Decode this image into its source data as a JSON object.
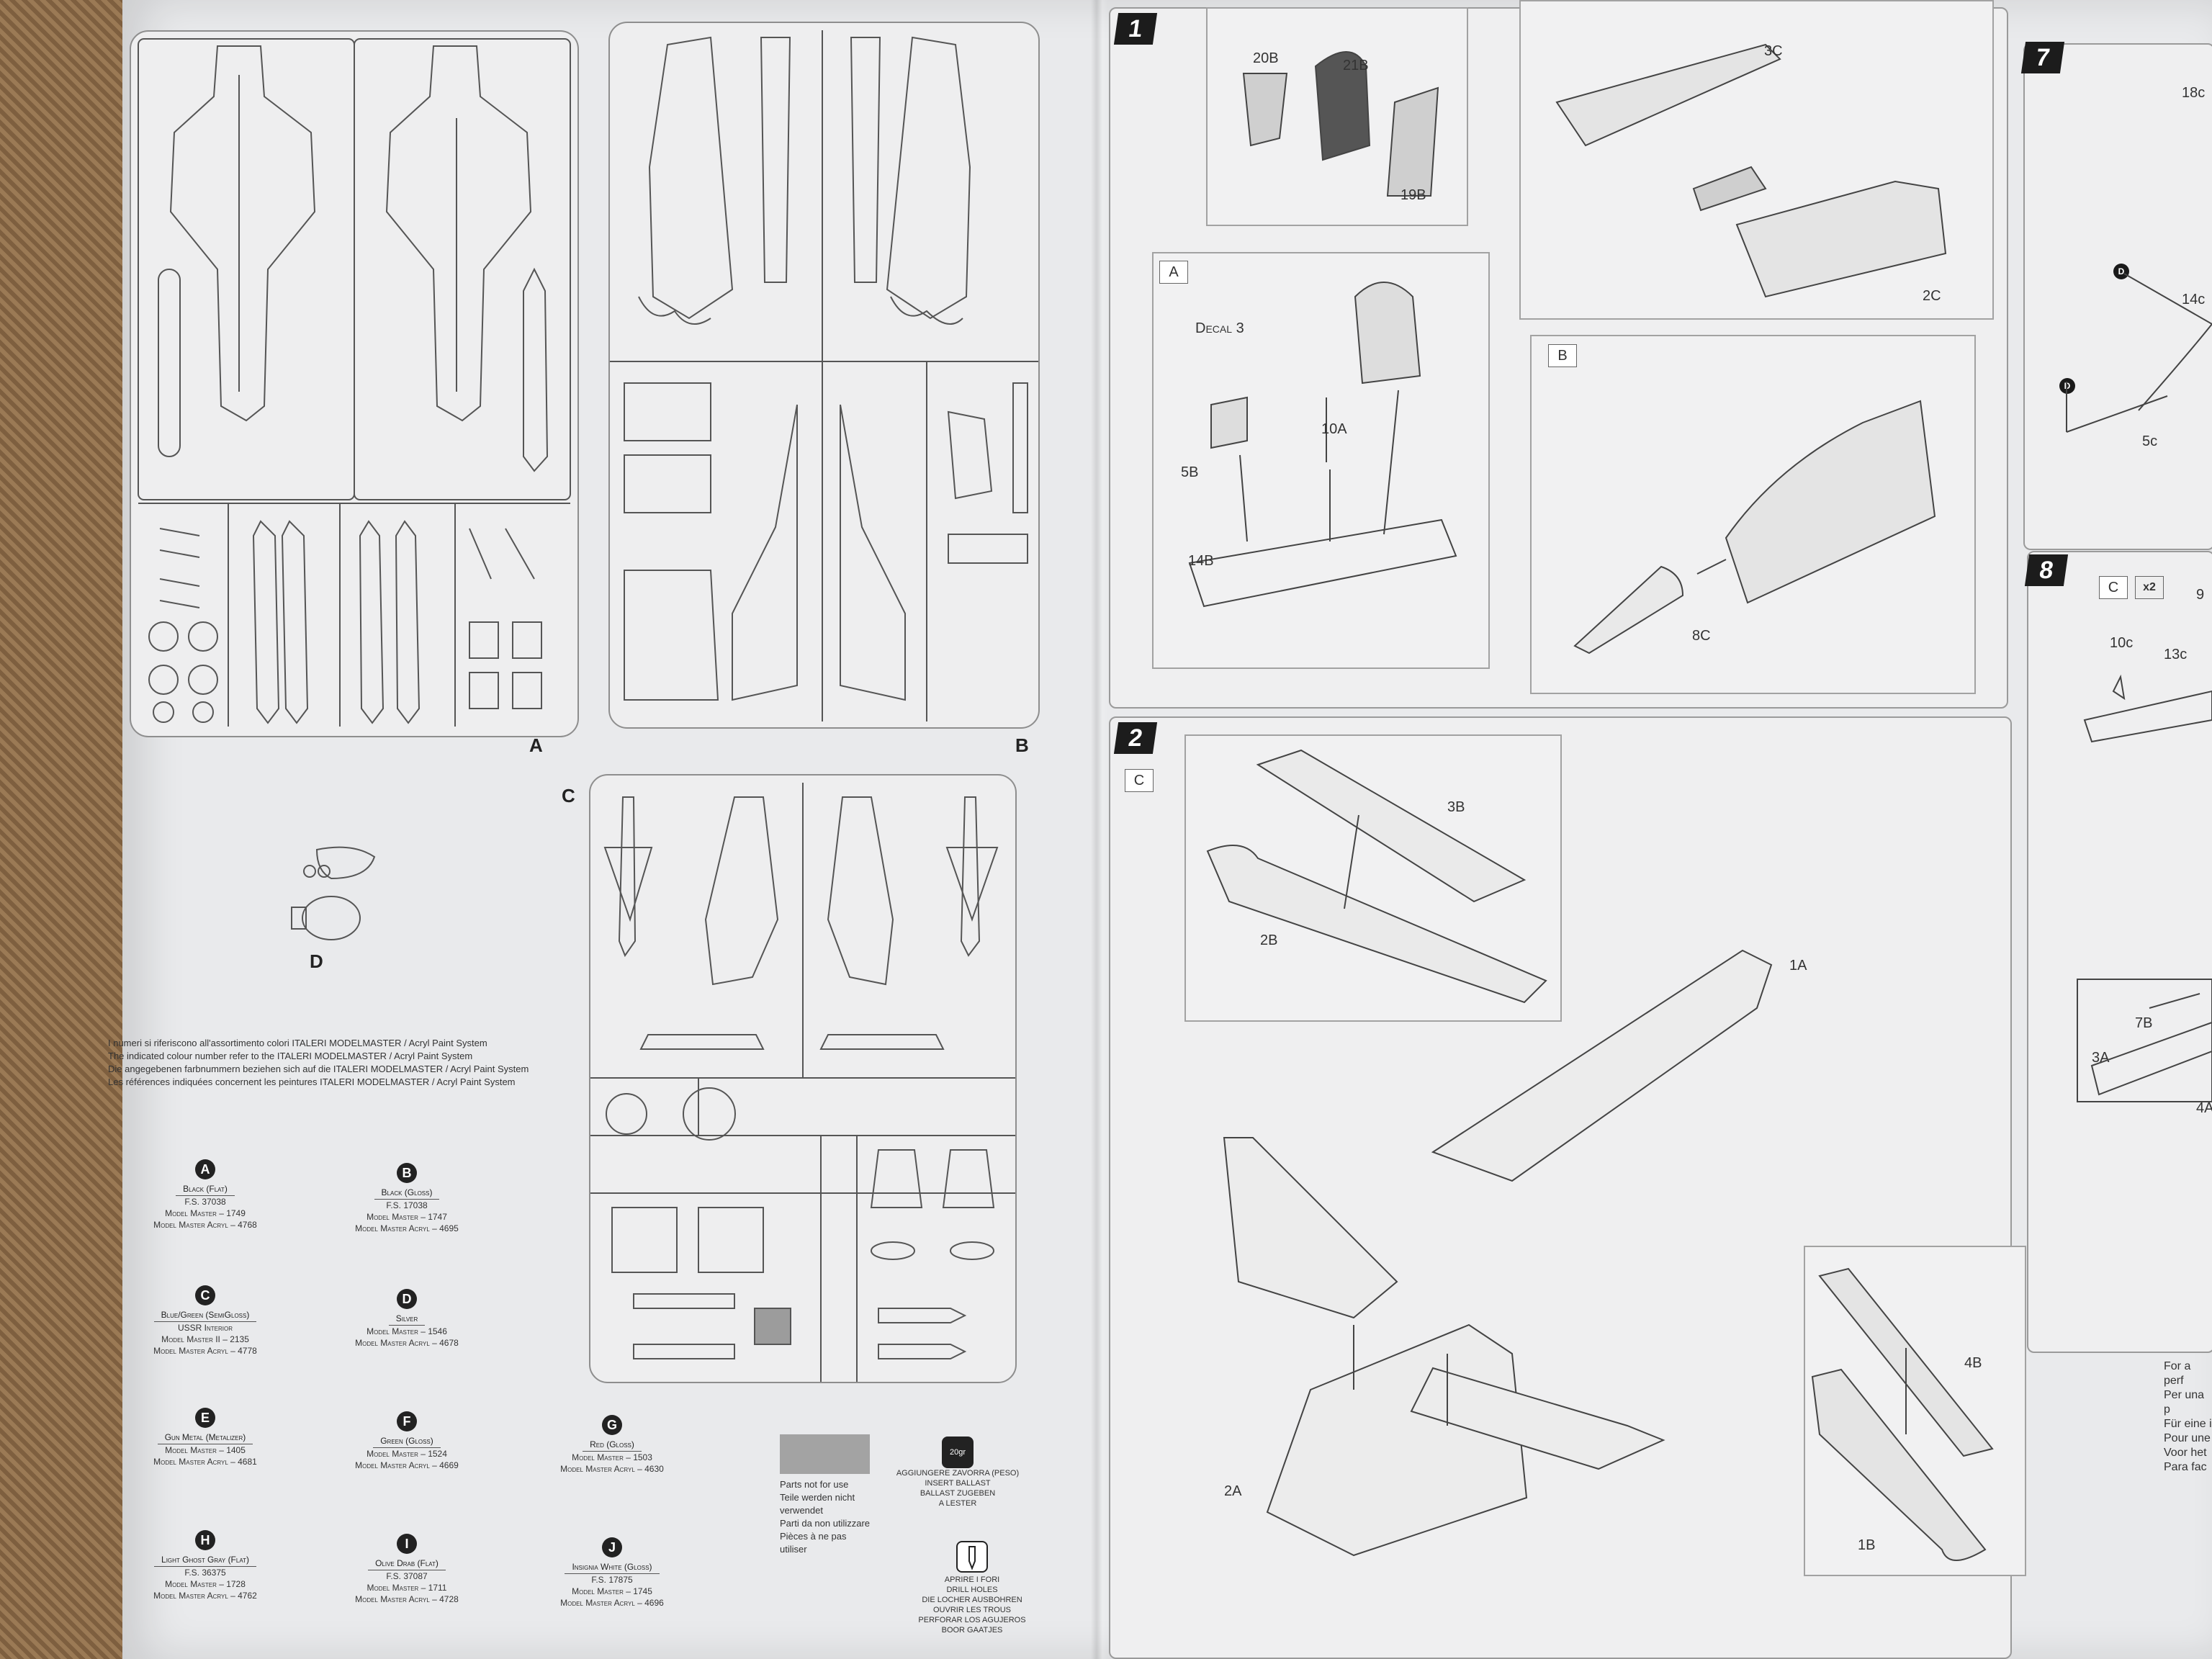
{
  "sprues": {
    "a": {
      "label": "A"
    },
    "b": {
      "label": "B"
    },
    "c": {
      "label": "C"
    },
    "d": {
      "label": "D"
    }
  },
  "paint_intro": [
    "I numeri si riferiscono all'assortimento colori ITALERI MODELMASTER / Acryl Paint System",
    "The indicated colour number refer to the ITALERI MODELMASTER / Acryl Paint System",
    "Die angegebenen farbnummern beziehen sich auf die ITALERI MODELMASTER / Acryl Paint System",
    "Les références indiquées concernent les peintures ITALERI MODELMASTER / Acryl Paint System"
  ],
  "colors": [
    {
      "key": "A",
      "name": "Black (Flat)",
      "lines": [
        "F.S. 37038",
        "Model Master – 1749",
        "Model Master Acryl – 4768"
      ]
    },
    {
      "key": "B",
      "name": "Black (Gloss)",
      "lines": [
        "F.S. 17038",
        "Model Master – 1747",
        "Model Master Acryl – 4695"
      ]
    },
    {
      "key": "C",
      "name": "Blue/Green (SemiGloss)",
      "lines": [
        "USSR Interior",
        "Model Master II – 2135",
        "Model Master Acryl – 4778"
      ]
    },
    {
      "key": "D",
      "name": "Silver",
      "lines": [
        "Model Master – 1546",
        "Model Master Acryl – 4678"
      ]
    },
    {
      "key": "E",
      "name": "Gun Metal (Metalizer)",
      "lines": [
        "Model Master – 1405",
        "Model Master Acryl – 4681"
      ]
    },
    {
      "key": "F",
      "name": "Green (Gloss)",
      "lines": [
        "Model Master – 1524",
        "Model Master Acryl – 4669"
      ]
    },
    {
      "key": "G",
      "name": "Red (Gloss)",
      "lines": [
        "Model Master – 1503",
        "Model Master Acryl – 4630"
      ]
    },
    {
      "key": "H",
      "name": "Light Ghost Gray (Flat)",
      "lines": [
        "F.S. 36375",
        "Model Master – 1728",
        "Model Master Acryl – 4762"
      ]
    },
    {
      "key": "I",
      "name": "Olive Drab (Flat)",
      "lines": [
        "F.S. 37087",
        "Model Master – 1711",
        "Model Master Acryl – 4728"
      ]
    },
    {
      "key": "J",
      "name": "Insignia White (Gloss)",
      "lines": [
        "F.S. 17875",
        "Model Master – 1745",
        "Model Master Acryl – 4696"
      ]
    }
  ],
  "legend": {
    "parts_not_use": [
      "Parts not for use",
      "Teile werden nicht verwendet",
      "Parti da non utilizzare",
      "Pièces à ne pas utiliser"
    ],
    "ballast_weight": "20gr",
    "ballast": [
      "AGGIUNGERE ZAVORRA (PESO)",
      "INSERT BALLAST",
      "BALLAST ZUGEBEN",
      "A LESTER"
    ],
    "drill": [
      "APRIRE I FORI",
      "DRILL HOLES",
      "DIE LOCHER AUSBOHREN",
      "OUVRIR LES TROUS",
      "PERFORAR LOS AGUJEROS",
      "BOOR GAATJES"
    ]
  },
  "steps": {
    "s1": {
      "num": "1",
      "sub_a": "A",
      "sub_b": "B",
      "decal": "Decal 3",
      "parts": [
        "20B",
        "21B",
        "19B",
        "3C",
        "2C",
        "10A",
        "5B",
        "14B",
        "8C"
      ]
    },
    "s2": {
      "num": "2",
      "sub_c": "C",
      "parts": [
        "3B",
        "2B",
        "1A",
        "2A",
        "4B",
        "1B"
      ]
    },
    "s7": {
      "num": "7",
      "parts": [
        "18c",
        "14c",
        "5c"
      ],
      "callouts": [
        "D",
        "D"
      ]
    },
    "s8": {
      "num": "8",
      "sub_c": "C",
      "x2": "x2",
      "parts": [
        "10c",
        "13c",
        "9",
        "7B",
        "3A",
        "4A"
      ]
    }
  },
  "right_text": [
    "For a perf",
    "Per una p",
    "Für eine i",
    "Pour une",
    "Voor het",
    "Para fac"
  ]
}
